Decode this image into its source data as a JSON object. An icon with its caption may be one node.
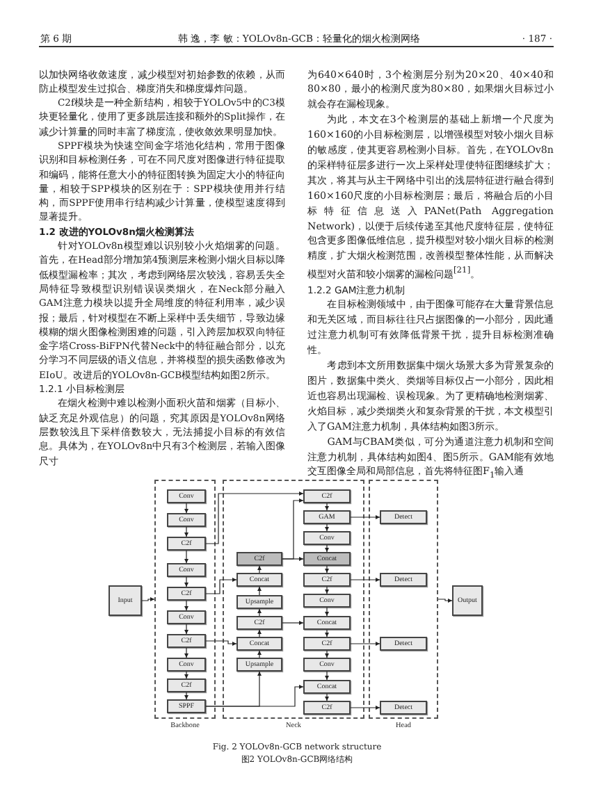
{
  "diagram": {
    "nodes": [
      {
        "text": [
          "Input"
        ]
      },
      {
        "text": [
          "Backbone"
        ]
      },
      {
        "text": [
          "Conv"
        ],
        "in": 1
      },
      {
        "text": [
          "Conv"
        ],
        "in": 1
      },
      {
        "text": [
          "C2f"
        ],
        "in": 1
      },
      {
        "text": [
          "Conv"
        ],
        "in": 1
      },
      {
        "text": [
          "C2f"
        ],
        "in": 1
      },
      {
        "text": [
          "Conv"
        ],
        "in": 1
      },
      {
        "text": [
          "C2f"
        ],
        "in": 1
      },
      {
        "text": [
          "Conv"
        ],
        "in": 1
      },
      {
        "text": [
          "C2f"
        ],
        "in": 1
      },
      {
        "text": [
          "SPPF"
        ],
        "in": 1
      },
      {
        "text": [
          "Neck"
        ]
      },
      {
        "text": [
          "C2f"
        ],
        "in": 12
      },
      {
        "text": [
          "Concat"
        ],
        "in": 12
      },
      {
        "text": [
          "Upsample"
        ],
        "in": 12
      },
      {
        "text": [
          "C2f"
        ],
        "in": 12
      },
      {
        "text": [
          "Concat"
        ],
        "in": 12
      },
      {
        "text": [
          "Upsample"
        ],
        "in": 12
      },
      {
        "text": [
          "C2f"
        ],
        "in": 12
      },
      {
        "text": [
          "GAM"
        ],
        "in": 12
      },
      {
        "text": [
          "Conv"
        ],
        "in": 12
      },
      {
        "text": [
          "Concat"
        ],
        "in": 12
      },
      {
        "text": [
          "C2f"
        ],
        "in": 12
      },
      {
        "text": [
          "Conv"
        ],
        "in": 12
      },
      {
        "text": [
          "Concat"
        ],
        "in": 12
      },
      {
        "text": [
          "C2f"
        ],
        "in": 12
      },
      {
        "text": [
          "Conv"
        ],
        "in": 12
      },
      {
        "text": [
          "Concat"
        ],
        "in": 12
      },
      {
        "text": [
          "C2f"
        ],
        "in": 12
      },
      {
        "text": [
          "Head"
        ]
      },
      {
        "text": [
          "Detect"
        ],
        "in": 30
      },
      {
        "text": [
          "Detect"
        ],
        "in": 30
      },
      {
        "text": [
          "Detect"
        ],
        "in": 30
      },
      {
        "text": [
          "Detect"
        ],
        "in": 30
      },
      {
        "text": [
          "Output"
        ]
      }
    ],
    "edges": [
      {
        "from": 0,
        "to": 1,
        "arrow": "to"
      },
      {
        "from": 2,
        "to": 3,
        "arrow": "to"
      },
      {
        "from": 3,
        "to": 4,
        "arrow": "to"
      },
      {
        "from": 4,
        "to": 5,
        "arrow": "to"
      },
      {
        "from": 5,
        "to": 6,
        "arrow": "to"
      },
      {
        "from": 6,
        "to": 7,
        "arrow": "to"
      },
      {
        "from": 7,
        "to": 8,
        "arrow": "to"
      },
      {
        "from": 8,
        "to": 9,
        "arrow": "to"
      },
      {
        "from": 9,
        "to": 10,
        "arrow": "to"
      },
      {
        "from": 10,
        "to": 11,
        "arrow": "to"
      },
      {
        "from": 11,
        "to": 18,
        "arrow": "to"
      },
      {
        "from": 18,
        "to": 17,
        "arrow": "to"
      },
      {
        "from": 8,
        "to": 17,
        "arrow": "to"
      },
      {
        "from": 17,
        "to": 16,
        "arrow": "to"
      },
      {
        "from": 16,
        "to": 15,
        "arrow": "to"
      },
      {
        "from": 15,
        "to": 14,
        "arrow": "to"
      },
      {
        "from": 6,
        "to": 14,
        "arrow": "to"
      },
      {
        "from": 14,
        "to": 13,
        "arrow": "to"
      },
      {
        "from": 4,
        "to": 19,
        "arrow": "to"
      },
      {
        "from": 13,
        "to": 19,
        "arrow": "to"
      },
      {
        "from": 19,
        "to": 20,
        "arrow": "to"
      },
      {
        "from": 20,
        "to": 21,
        "arrow": "to"
      },
      {
        "from": 21,
        "to": 22,
        "arrow": "to"
      },
      {
        "from": 13,
        "to": 22,
        "arrow": "to"
      },
      {
        "from": 22,
        "to": 23,
        "arrow": "to"
      },
      {
        "from": 23,
        "to": 24,
        "arrow": "to"
      },
      {
        "from": 24,
        "to": 25,
        "arrow": "to"
      },
      {
        "from": 16,
        "to": 25,
        "arrow": "to"
      },
      {
        "from": 25,
        "to": 26,
        "arrow": "to"
      },
      {
        "from": 26,
        "to": 27,
        "arrow": "to"
      },
      {
        "from": 27,
        "to": 28,
        "arrow": "to"
      },
      {
        "from": 11,
        "to": 28,
        "arrow": "to"
      },
      {
        "from": 28,
        "to": 29,
        "arrow": "to"
      },
      {
        "from": 20,
        "to": 31,
        "arrow": "to"
      },
      {
        "from": 23,
        "to": 32,
        "arrow": "to"
      },
      {
        "from": 26,
        "to": 33,
        "arrow": "to"
      },
      {
        "from": 29,
        "to": 34,
        "arrow": "to"
      },
      {
        "from": 30,
        "to": 35,
        "arrow": "to"
      }
    ],
    "labels": [
      "第 6 期",
      "韩 逸，李 敏：YOLOv8n-GCB：轻量化的烟火检测网络",
      "· 187 ·",
      "以加快网络收敛速度，减少模型对初始参数的依赖，从而防止模型发生过拟合、梯度消失和梯度爆炸问题。",
      "C2f模块是一种全新结构，相较于YOLOv5中的C3模块更轻量化，使用了更多跳层连接和额外的Split操作，在减少计算量的同时丰富了梯度流，使收敛效果明显加快。",
      "SPPF模块为快速空间金字塔池化结构，常用于图像识别和目标检测任务，可在不同尺度对图像进行特征提取和编码，能将任意大小的特征图转换为固定大小的特征向量，相较于SPP模块的区别在于：SPP模块使用并行结构，而SPPF使用串行结构减少计算量，使模型速度得到显著提升。",
      "1.2 改进的YOLOv8n烟火检测算法",
      "针对YOLOv8n模型难以识别较小火焰烟雾的问题。首先，在Head部分增加第4预测层来检测小烟火目标以降低模型漏检率；其次，考虑到网络层次较浅，容易丢失全局特征导致模型识别错误误类烟火，在Neck部分融入GAM注意力模块以提升全局维度的特征利用率，减少误报；最后，针对模型在不断上采样中丢失细节，导致边缘模糊的烟火图像检测困难的问题，引入跨层加权双向特征金字塔Cross-BiFPN代替Neck中的特征融合部分，以充分学习不同层级的语义信息，并将模型的损失函数修改为EIoU。改进后的YOLOv8n-GCB模型结构如图2所示。",
      "1.2.1 小目标检测层",
      "在烟火检测中难以检测小面积火苗和烟雾（目标小、缺乏充足外观信息）的问题，究其原因是YOLOv8n网络层数较浅且下采样倍数较大，无法捕捉小目标的有效信息。具体为，在YOLOv8n中只有3个检测层，若输入图像尺寸",
      "为640×640时，3个检测层分别为20×20、40×40和80×80，最小的检测尺度为80×80，如果烟火目标过小就会存在漏检现象。",
      "为此，本文在3个检测层的基础上新增一个尺度为160×160的小目标检测层，以增强模型对较小烟火目标的敏感度，使其更容易检测小目标。首先，在YOLOv8n的采样特征层多进行一次上采样处理使特征图继续扩大；其次，将其与从主干网络中引出的浅层特征进行融合得到160×160尺度的小目标检测层；最后，将融合后的小目标特征信息送入PANet(Path Aggregation Network)，以便于后续传递至其他尺度特征层，使特征包含更多图像低维信息，提升模型对较小烟火目标的检测精度，扩大烟火检测范围，改善模型整体性能，从而解决模型对火苗和较小烟雾的漏检问题$^{[21]}$。",
      "1.2.2 GAM注意力机制",
      "在目标检测领域中，由于图像可能存在大量背景信息和无关区域，而目标往往只占据图像的一小部分，因此通过注意力机制可有效降低背景干扰，提升目标检测准确性。",
      "考虑到本文所用数据集中烟火场景大多为背景复杂的图片，数据集中类火、类烟等目标仅占一小部分，因此相近也容易出现漏检、误检现象。为了更精确地检测烟雾、火焰目标，减少类烟类火和复杂背景的干扰，本文模型引入了GAM注意力机制，具体结构如图3所示。",
      "GAM与CBAM类似，可分为通道注意力机制和空间注意力机制，具体结构如图4、图5所示。GAM能有效地交互图像全局和局部信息，首先将特征图F$_{1}$输入通",
      "Fig. 2  YOLOv8n-GCB network structure",
      "图2  YOLOv8n-GCB网络结构"
    ]
  }
}
